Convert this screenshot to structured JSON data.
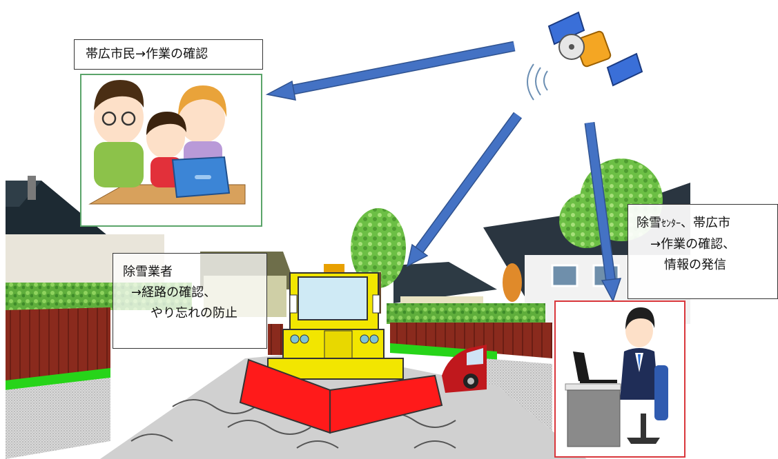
{
  "labels": {
    "citizen": "帯広市民→作業の確認",
    "operator": [
      "除雪業者",
      "→経路の確認、",
      "やり忘れの防止"
    ],
    "center": {
      "line1_a": "除雪",
      "line1_b": "ｾﾝﾀｰ",
      "line1_c": "、帯広市",
      "line2": "→作業の確認、",
      "line3": "情報の発信"
    }
  },
  "colors": {
    "arrow": "#4472c4",
    "arrow_edge": "#2f528f",
    "plow_blade": "#ff1a1a",
    "plow_body": "#f2e600",
    "citizen_frame": "#5aa469",
    "office_frame": "#d9353a"
  },
  "icons": [
    "satellite-icon",
    "signal-waves-icon",
    "family-computer-icon",
    "office-worker-icon",
    "snowplow-icon",
    "car-icon",
    "house-icon",
    "tree-icon"
  ]
}
